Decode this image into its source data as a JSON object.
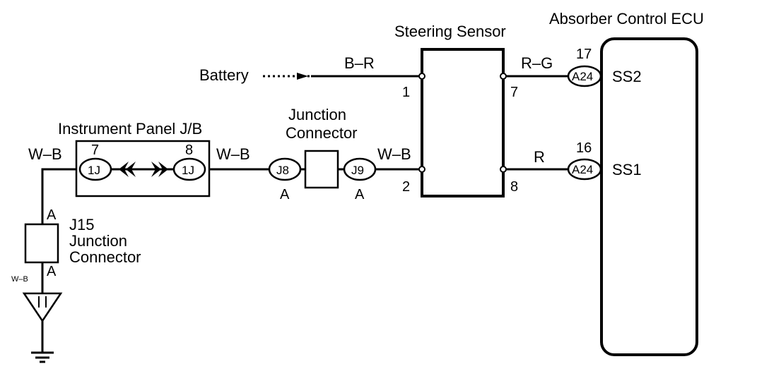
{
  "components": {
    "steering_sensor": "Steering Sensor",
    "absorber_ecu": "Absorber Control ECU",
    "instrument_panel_jb": "Instrument Panel J/B",
    "junction_connector_line1": "Junction",
    "junction_connector_line2": "Connector",
    "j15_line1": "J15",
    "j15_line2": "Junction",
    "j15_line3": "Connector",
    "battery": "Battery"
  },
  "wires": {
    "battery_wire": "B–R",
    "ss2_wire": "R–G",
    "ss1_wire": "R",
    "jc_to_sensor": "W–B",
    "jb_to_jc": "W–B",
    "ground_feed": "W–B",
    "ground_small": "W–B"
  },
  "pins": {
    "sensor_1": "1",
    "sensor_2": "2",
    "sensor_7": "7",
    "sensor_8": "8",
    "ecu_17": "17",
    "ecu_16": "16",
    "jb_7": "7",
    "jb_8": "8",
    "j15_top": "A",
    "j15_bottom": "A",
    "j8_letter": "A",
    "j9_letter": "A"
  },
  "connectors": {
    "jb_left": "1J",
    "jb_right": "1J",
    "j8": "J8",
    "j9": "J9",
    "ecu_upper": "A24",
    "ecu_lower": "A24"
  },
  "terminals": {
    "ss2": "SS2",
    "ss1": "SS1"
  }
}
